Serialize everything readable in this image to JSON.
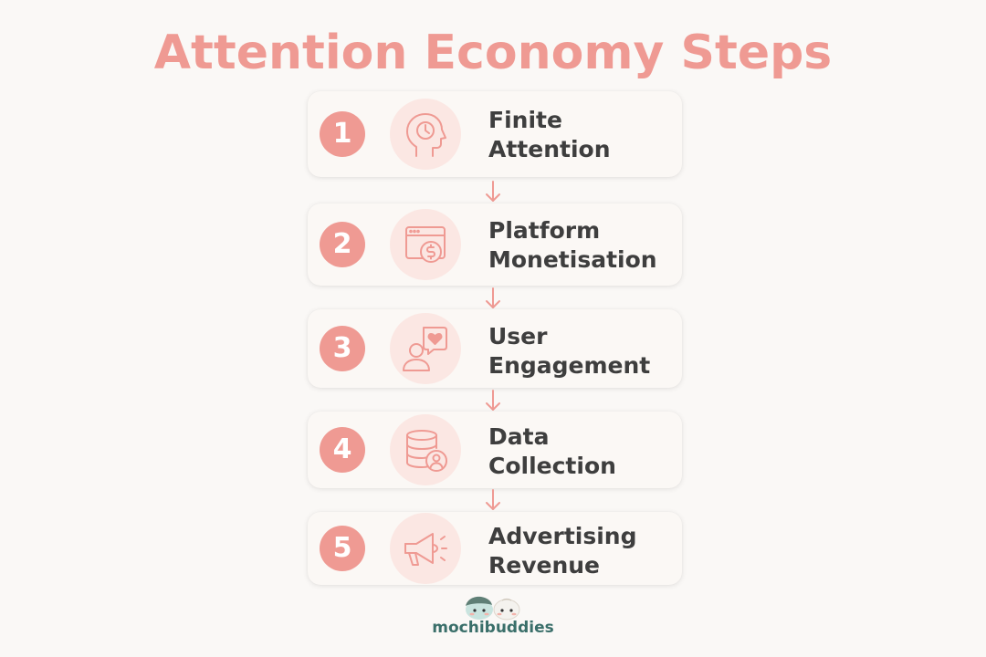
{
  "title": "Attention Economy Steps",
  "steps": [
    {
      "number": "1",
      "label": "Finite\nAttention",
      "icon": "head-clock-icon"
    },
    {
      "number": "2",
      "label": "Platform\nMonetisation",
      "icon": "browser-dollar-icon"
    },
    {
      "number": "3",
      "label": "User\nEngagement",
      "icon": "user-heart-bubble-icon"
    },
    {
      "number": "4",
      "label": "Data\nCollection",
      "icon": "database-user-icon"
    },
    {
      "number": "5",
      "label": "Advertising\nRevenue",
      "icon": "megaphone-icon"
    }
  ],
  "brand": "mochibuddies",
  "colors": {
    "accent": "#ef9a93",
    "icon_bg": "#fbe7e3",
    "text": "#3e3e3e",
    "brand_text": "#3a6f6a",
    "background": "#faf8f6"
  }
}
